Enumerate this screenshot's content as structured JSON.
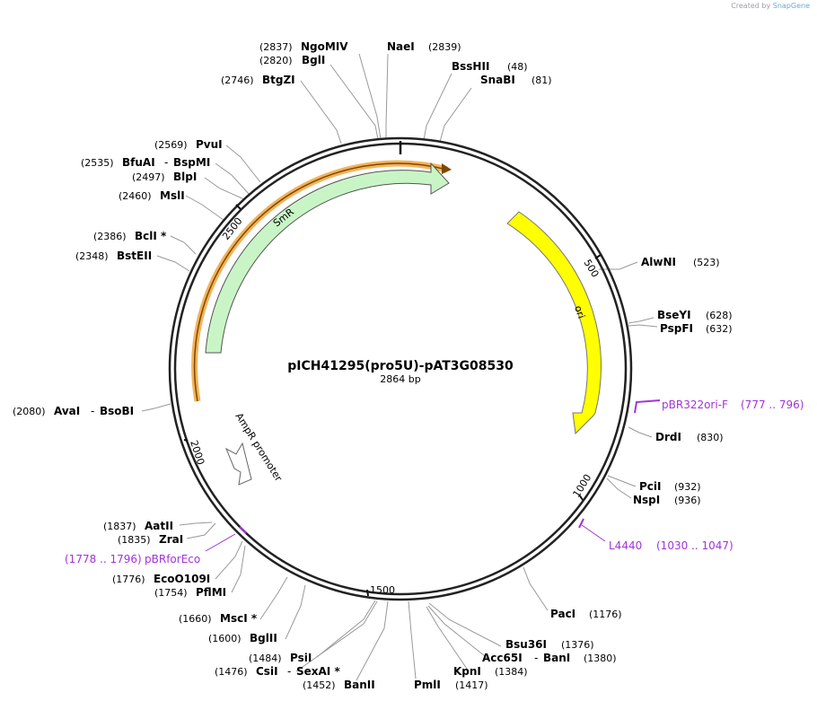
{
  "header": {
    "created_by": "Created by",
    "app": "SnapGene"
  },
  "plasmid": {
    "name": "pICH41295(pro5U)-pAT3G08530",
    "length_label": "2864 bp",
    "length": 2864
  },
  "colors": {
    "backbone": "#222222",
    "smr": "#c9f5c6",
    "ori": "#ffff00",
    "primer": "#a233d9",
    "highlight": "#f3b25a",
    "leader": "#999999"
  },
  "ticks": [
    {
      "label": "500"
    },
    {
      "label": "1000"
    },
    {
      "label": "1500"
    },
    {
      "label": "2000"
    },
    {
      "label": "2500"
    }
  ],
  "sites": [
    {
      "name": "NgoMIV",
      "pos": "(2837)"
    },
    {
      "name": "BglI",
      "pos": "(2820)"
    },
    {
      "name": "NaeI",
      "pos": "(2839)"
    },
    {
      "name": "BtgZI",
      "pos": "(2746)"
    },
    {
      "name": "BssHII",
      "pos": "(48)"
    },
    {
      "name": "SnaBI",
      "pos": "(81)"
    },
    {
      "name": "PvuI",
      "pos": "(2569)"
    },
    {
      "name": "BfuAI",
      "name2": "BspMI",
      "pos": "(2535)"
    },
    {
      "name": "BlpI",
      "pos": "(2497)"
    },
    {
      "name": "MslI",
      "pos": "(2460)"
    },
    {
      "name": "BclI *",
      "pos": "(2386)"
    },
    {
      "name": "BstEII",
      "pos": "(2348)"
    },
    {
      "name": "AlwNI",
      "pos": "(523)"
    },
    {
      "name": "BseYI",
      "pos": "(628)"
    },
    {
      "name": "PspFI",
      "pos": "(632)"
    },
    {
      "name": "AvaI",
      "name2": "BsoBI",
      "pos": "(2080)"
    },
    {
      "name": "DrdI",
      "pos": "(830)"
    },
    {
      "name": "PciI",
      "pos": "(932)"
    },
    {
      "name": "NspI",
      "pos": "(936)"
    },
    {
      "name": "AatII",
      "pos": "(1837)"
    },
    {
      "name": "ZraI",
      "pos": "(1835)"
    },
    {
      "name": "EcoO109I",
      "pos": "(1776)"
    },
    {
      "name": "PflMI",
      "pos": "(1754)"
    },
    {
      "name": "PacI",
      "pos": "(1176)"
    },
    {
      "name": "MscI *",
      "pos": "(1660)"
    },
    {
      "name": "BglII",
      "pos": "(1600)"
    },
    {
      "name": "Bsu36I",
      "pos": "(1376)"
    },
    {
      "name": "Acc65I",
      "name2": "BanI",
      "pos": "(1380)"
    },
    {
      "name": "KpnI",
      "pos": "(1384)"
    },
    {
      "name": "PsiI",
      "pos": "(1484)"
    },
    {
      "name": "CsiI",
      "name2": "SexAI *",
      "pos": "(1476)"
    },
    {
      "name": "BanII",
      "pos": "(1452)"
    },
    {
      "name": "PmlI",
      "pos": "(1417)"
    }
  ],
  "dash": "-",
  "primers": [
    {
      "name": "pBR322ori-F",
      "range": "(777 .. 796)"
    },
    {
      "name": "L4440",
      "range": "(1030 .. 1047)"
    },
    {
      "name": "pBRforEco",
      "range": "(1778 .. 1796)"
    }
  ],
  "features": [
    {
      "name": "SmR"
    },
    {
      "name": "ori"
    },
    {
      "name": "AmpR promoter"
    }
  ]
}
